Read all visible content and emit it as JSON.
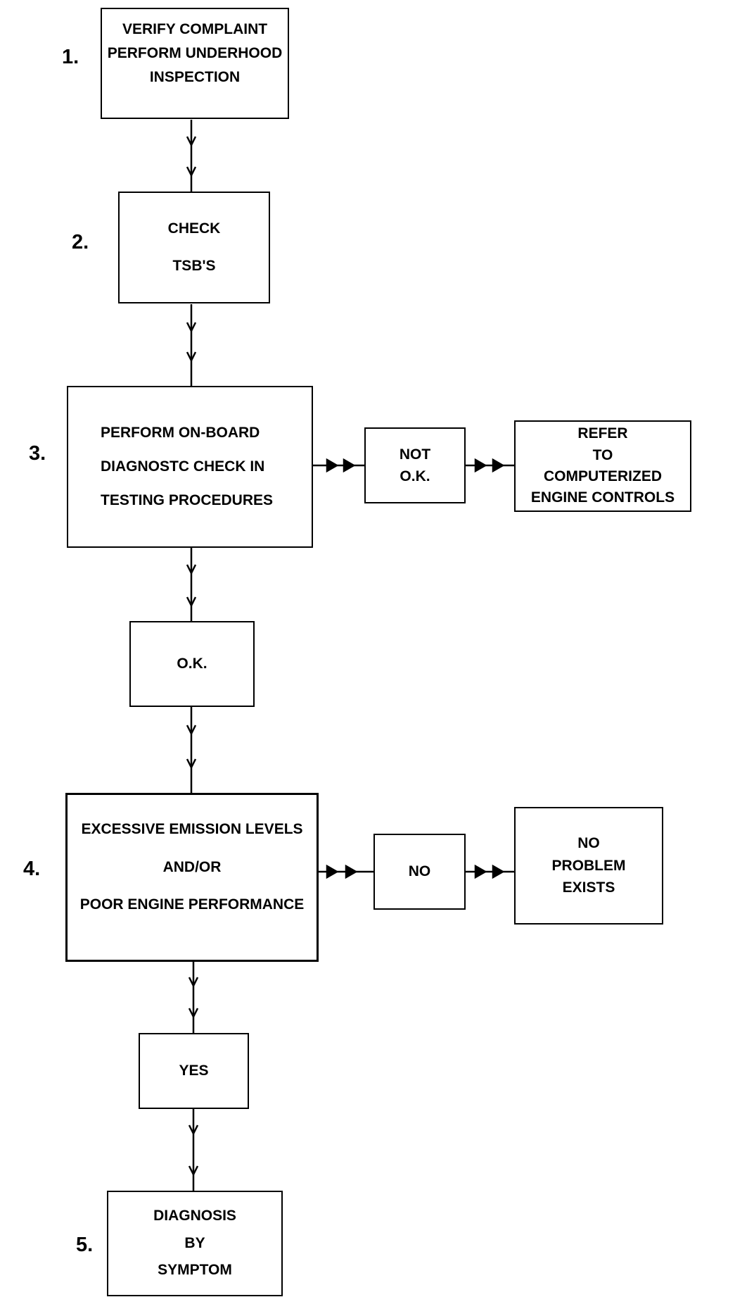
{
  "steps": [
    {
      "number": "1.",
      "lines": [
        "VERIFY COMPLAINT",
        "PERFORM UNDERHOOD",
        "INSPECTION"
      ]
    },
    {
      "number": "2.",
      "lines": [
        "CHECK",
        "TSB'S"
      ]
    },
    {
      "number": "3.",
      "lines": [
        "PERFORM ON-BOARD",
        "DIAGNOSTC CHECK IN",
        "TESTING PROCEDURES"
      ]
    },
    {
      "number": "4.",
      "lines": [
        "EXCESSIVE EMISSION LEVELS",
        "AND/OR",
        "POOR ENGINE PERFORMANCE"
      ]
    },
    {
      "number": "5.",
      "lines": [
        "DIAGNOSIS",
        "BY",
        "SYMPTOM"
      ]
    }
  ],
  "branches": {
    "not_ok": {
      "lines": [
        "NOT",
        "O.K."
      ]
    },
    "refer": {
      "lines": [
        "REFER",
        "TO",
        "COMPUTERIZED",
        "ENGINE CONTROLS"
      ]
    },
    "ok": {
      "lines": [
        "O.K."
      ]
    },
    "no": {
      "lines": [
        "NO"
      ]
    },
    "no_problem": {
      "lines": [
        "NO",
        "PROBLEM",
        "EXISTS"
      ]
    },
    "yes": {
      "lines": [
        "YES"
      ]
    }
  }
}
